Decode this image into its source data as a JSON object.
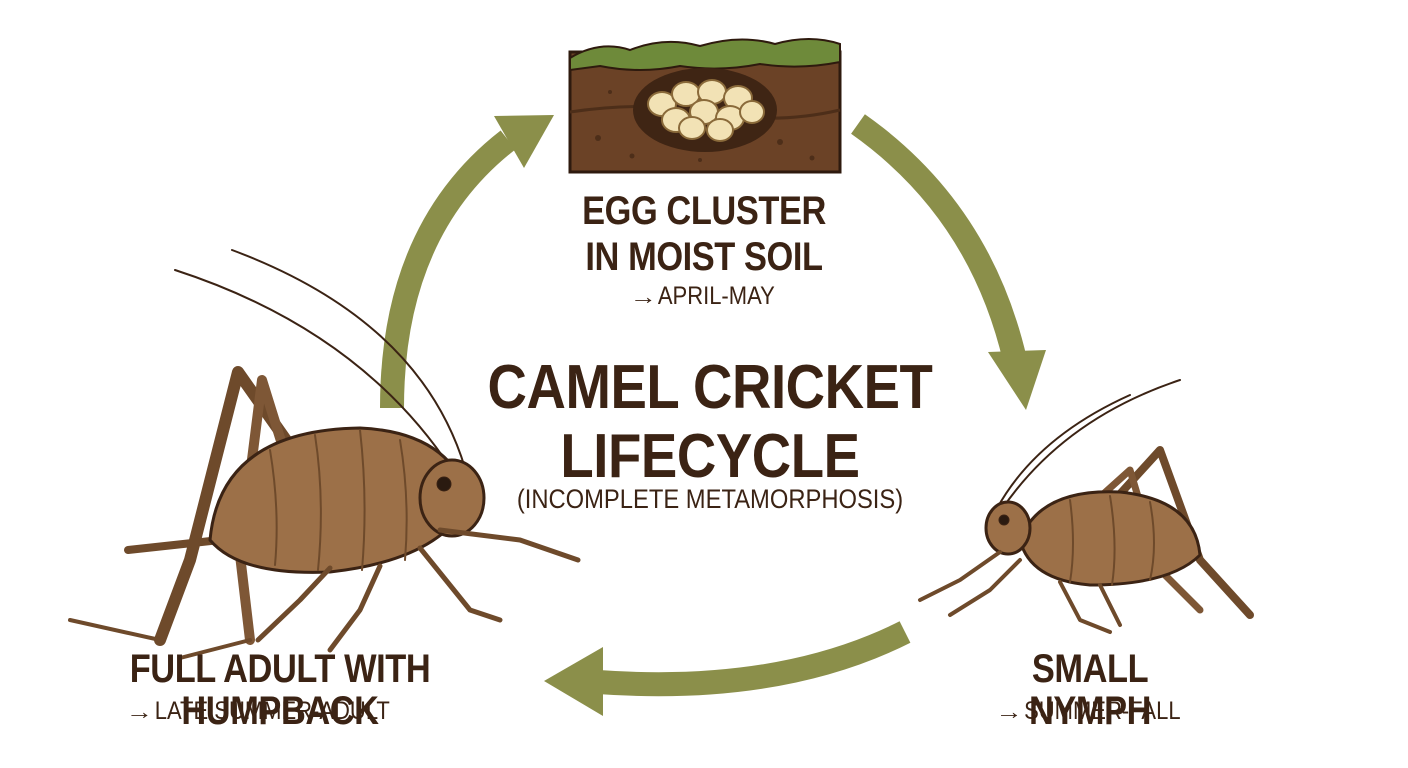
{
  "title": {
    "line1": "CAMEL CRICKET",
    "line2": "LIFECYCLE",
    "subtitle": "(INCOMPLETE METAMORPHOSIS)"
  },
  "stages": [
    {
      "id": "egg",
      "title_line1": "EGG CLUSTER",
      "title_line2": "IN MOIST SOIL",
      "period": "APRIL-MAY"
    },
    {
      "id": "nymph",
      "title_line1": "SMALL NYMPH",
      "title_line2": "",
      "period": "SUMMER-FALL"
    },
    {
      "id": "adult",
      "title_line1": "FULL ADULT WITH HUMPBACK",
      "title_line2": "",
      "period": "LATE SUMMER-ADULT"
    }
  ],
  "arrow_symbol": "→",
  "colors": {
    "cycle_arrow": "#8b8f4a",
    "text": "#3b2314",
    "soil": "#6b4226",
    "grass": "#6e8a3a",
    "egg": "#f2e2b5",
    "cricket_body": "#9c7048",
    "cricket_dark": "#6e4a2b"
  }
}
